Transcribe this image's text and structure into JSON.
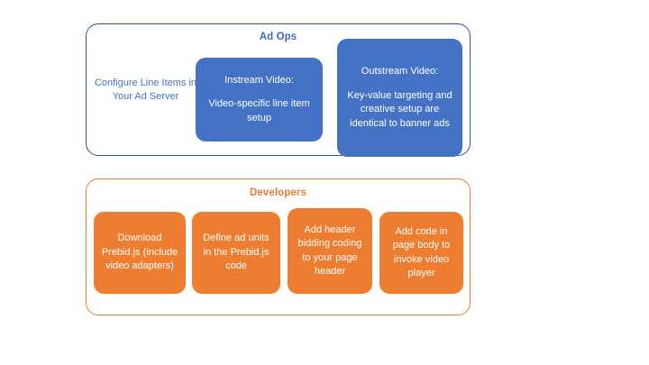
{
  "diagram": {
    "title_visible": false,
    "colors": {
      "blue_fill": "#4472C4",
      "blue_border": "#2F5597",
      "blue_text": "#4472C4",
      "orange_fill": "#ED7D31",
      "orange_border": "#ED7D31",
      "orange_text": "#ED7D31",
      "box_text": "#FFFFFF",
      "background": "#FFFFFF"
    },
    "groups": [
      {
        "id": "ad-ops",
        "title": "Ad Ops",
        "accent": "#4472C4",
        "plain_nodes": [
          {
            "id": "configure-line-items",
            "text": "Configure Line Items in Your Ad Server"
          }
        ],
        "nodes": [
          {
            "id": "instream-video",
            "heading": "Instream Video:",
            "body": "Video-specific line item setup"
          },
          {
            "id": "outstream-video",
            "heading": "Outstream Video:",
            "body": "Key-value targeting and creative setup are identical to banner ads"
          }
        ]
      },
      {
        "id": "developers",
        "title": "Developers",
        "accent": "#ED7D31",
        "nodes": [
          {
            "id": "download-prebid",
            "body": "Download Prebid.js (include video adapters)"
          },
          {
            "id": "define-ad-units",
            "body": "Define ad units in the Prebid.js code"
          },
          {
            "id": "add-header-bidding",
            "body": "Add header bidding coding to your page header"
          },
          {
            "id": "add-code-page-body",
            "body": "Add code in page body to invoke video player"
          }
        ]
      }
    ]
  }
}
